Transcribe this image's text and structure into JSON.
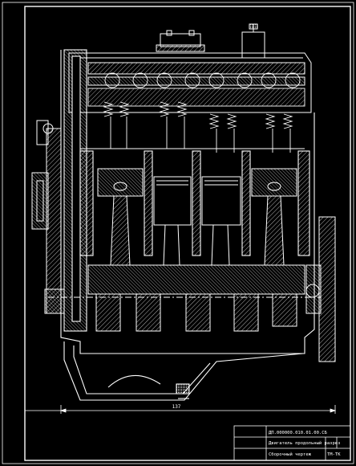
{
  "drawing": {
    "background": "#000000",
    "line_color": "#ffffff",
    "part": "engine-longitudinal-section"
  },
  "dimension": {
    "overall_length": "137"
  },
  "title_block": {
    "doc_number": "ДП.000000.010.01.00.СБ",
    "title": "Двигатель продольный разрез",
    "subtitle": "Сборочный чертеж",
    "org": "ТМ-ТК"
  }
}
